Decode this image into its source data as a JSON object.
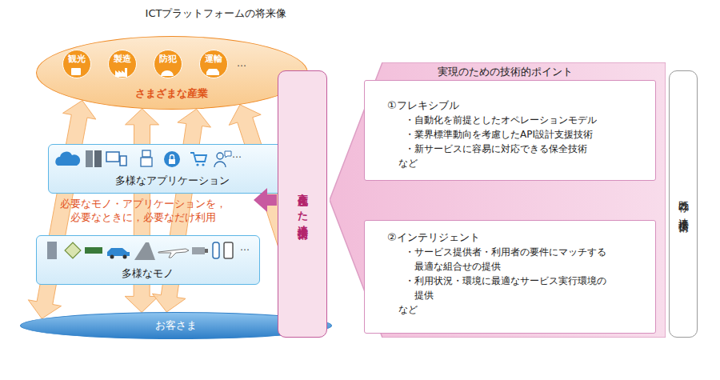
{
  "diagram": {
    "title": "ICTプラットフォームの将来像",
    "nodes": [
      {
        "text": [
          "さまざまな産業"
        ]
      },
      {
        "text": [
          "観光"
        ],
        "in": 0
      },
      {
        "text": [
          "製造"
        ],
        "in": 0
      },
      {
        "text": [
          "防犯"
        ],
        "in": 0
      },
      {
        "text": [
          "運輸"
        ],
        "in": 0
      },
      {
        "text": [
          "多様なアプリケーション"
        ]
      },
      {
        "text": [
          "多様なモノ"
        ]
      },
      {
        "text": [
          "お客さま"
        ]
      },
      {
        "text": [
          "高度化した連携技術"
        ]
      },
      {
        "text": [
          "実現のための技術的ポイント"
        ]
      },
      {
        "text": [
          "①フレキシブル",
          "・自動化を前提としたオペレーションモデル",
          "・業界標準動向を考慮したAPI設計支援技術",
          "・新サービスに容易に対応できる保全技術",
          "など"
        ],
        "in": 9
      },
      {
        "text": [
          "②インテリジェント",
          "・サービス提供者・利用者の要件にマッチする 最適な組合せの提供",
          "・利用状況・環境に最適なサービス実行環境の 提供",
          "など"
        ],
        "in": 9
      },
      {
        "text": [
          "既存の連携技術"
        ]
      }
    ],
    "edges": [
      {
        "from": 7,
        "to": 0,
        "arrow": "both"
      },
      {
        "from": 7,
        "to": 0,
        "arrow": "both"
      },
      {
        "from": 7,
        "to": 0,
        "arrow": "both"
      },
      {
        "from": 7,
        "to": 0,
        "arrow": "both"
      }
    ],
    "labels": [
      "…",
      "…",
      "…",
      "必要なモノ・アプリケーションを， 必要なときに，必要なだけ利用"
    ]
  }
}
